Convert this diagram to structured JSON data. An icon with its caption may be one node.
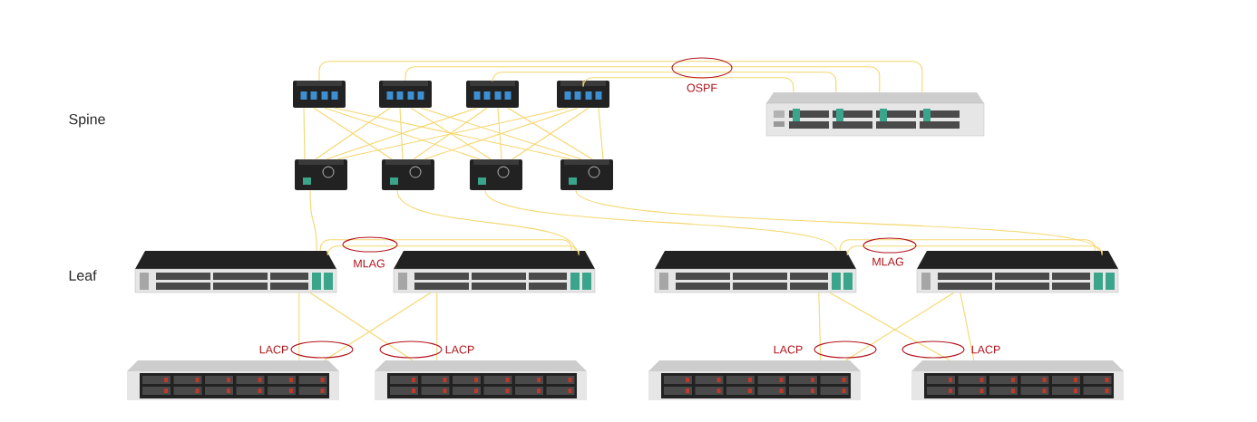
{
  "diagram": {
    "nodes": [
      {
        "text": [],
        "shape": "picture"
      },
      {
        "text": [],
        "shape": "picture"
      },
      {
        "text": [],
        "shape": "picture"
      },
      {
        "text": [],
        "shape": "picture"
      },
      {
        "text": [],
        "shape": "picture"
      },
      {
        "text": [],
        "shape": "picture"
      },
      {
        "text": [],
        "shape": "picture"
      },
      {
        "text": [],
        "shape": "picture"
      },
      {
        "text": [],
        "shape": "picture"
      },
      {
        "text": [],
        "shape": "picture"
      },
      {
        "text": [],
        "shape": "picture"
      },
      {
        "text": [],
        "shape": "picture"
      },
      {
        "text": [],
        "shape": "picture"
      },
      {
        "text": [],
        "shape": "picture"
      },
      {
        "text": [],
        "shape": "picture"
      },
      {
        "text": [],
        "shape": "picture"
      },
      {
        "text": [],
        "shape": "picture"
      }
    ],
    "edges": [
      {
        "from": 0,
        "to": 8,
        "arrow": "none"
      },
      {
        "from": 1,
        "to": 8,
        "arrow": "none"
      },
      {
        "from": 2,
        "to": 8,
        "arrow": "none"
      },
      {
        "from": 3,
        "to": 8,
        "arrow": "none"
      },
      {
        "from": 0,
        "to": 4,
        "arrow": "none"
      },
      {
        "from": 0,
        "to": 5,
        "arrow": "none"
      },
      {
        "from": 0,
        "to": 6,
        "arrow": "none"
      },
      {
        "from": 0,
        "to": 7,
        "arrow": "none"
      },
      {
        "from": 1,
        "to": 4,
        "arrow": "none"
      },
      {
        "from": 1,
        "to": 5,
        "arrow": "none"
      },
      {
        "from": 1,
        "to": 6,
        "arrow": "none"
      },
      {
        "from": 1,
        "to": 7,
        "arrow": "none"
      },
      {
        "from": 2,
        "to": 4,
        "arrow": "none"
      },
      {
        "from": 2,
        "to": 5,
        "arrow": "none"
      },
      {
        "from": 2,
        "to": 6,
        "arrow": "none"
      },
      {
        "from": 2,
        "to": 7,
        "arrow": "none"
      },
      {
        "from": 3,
        "to": 4,
        "arrow": "none"
      },
      {
        "from": 3,
        "to": 5,
        "arrow": "none"
      },
      {
        "from": 3,
        "to": 6,
        "arrow": "none"
      },
      {
        "from": 3,
        "to": 7,
        "arrow": "none"
      },
      {
        "from": 4,
        "to": 9,
        "arrow": "none"
      },
      {
        "from": 5,
        "to": 10,
        "arrow": "none"
      },
      {
        "from": 6,
        "to": 11,
        "arrow": "none"
      },
      {
        "from": 7,
        "to": 12,
        "arrow": "none"
      },
      {
        "from": 9,
        "to": 10,
        "arrow": "none"
      },
      {
        "from": 9,
        "to": 10,
        "arrow": "none"
      },
      {
        "from": 11,
        "to": 12,
        "arrow": "none"
      },
      {
        "from": 11,
        "to": 12,
        "arrow": "none"
      },
      {
        "from": 9,
        "to": 13,
        "arrow": "none"
      },
      {
        "from": 9,
        "to": 14,
        "arrow": "none"
      },
      {
        "from": 10,
        "to": 13,
        "arrow": "none"
      },
      {
        "from": 10,
        "to": 14,
        "arrow": "none"
      },
      {
        "from": 11,
        "to": 15,
        "arrow": "none"
      },
      {
        "from": 11,
        "to": 16,
        "arrow": "none"
      },
      {
        "from": 12,
        "to": 15,
        "arrow": "none"
      },
      {
        "from": 12,
        "to": 16,
        "arrow": "none"
      }
    ],
    "labels": [
      "Spine",
      "OSPF",
      "Leaf",
      "MLAG",
      "MLAG",
      "LACP",
      "LACP",
      "LACP",
      "LACP"
    ]
  }
}
